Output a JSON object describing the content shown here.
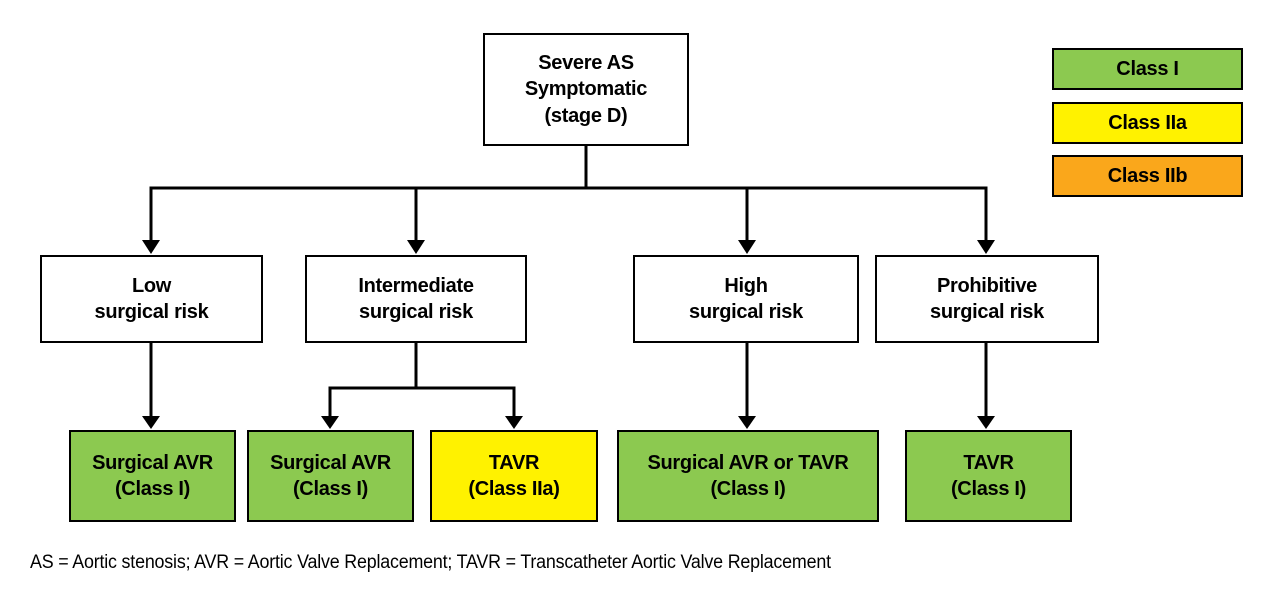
{
  "colors": {
    "class_i": "#8CC950",
    "class_iia": "#FFF200",
    "class_iib": "#FAA71B",
    "node_fill": "#FFFFFF",
    "line": "#000000"
  },
  "root_node": {
    "label": "Severe AS\nSymptomatic\n(stage D)"
  },
  "risk_nodes": [
    {
      "label": "Low\nsurgical risk"
    },
    {
      "label": "Intermediate\nsurgical risk"
    },
    {
      "label": "High\nsurgical risk"
    },
    {
      "label": "Prohibitive\nsurgical risk"
    }
  ],
  "outcome_nodes": [
    {
      "label": "Surgical AVR\n(Class I)",
      "class": "Class I"
    },
    {
      "label": "Surgical AVR\n(Class I)",
      "class": "Class I"
    },
    {
      "label": "TAVR\n(Class IIa)",
      "class": "Class IIa"
    },
    {
      "label": "Surgical AVR or TAVR\n(Class I)",
      "class": "Class I"
    },
    {
      "label": "TAVR\n(Class I)",
      "class": "Class I"
    }
  ],
  "legend": {
    "items": [
      {
        "label": "Class I"
      },
      {
        "label": "Class IIa"
      },
      {
        "label": "Class IIb"
      }
    ]
  },
  "footnote": "AS = Aortic stenosis; AVR = Aortic Valve Replacement; TAVR = Transcatheter Aortic Valve Replacement"
}
